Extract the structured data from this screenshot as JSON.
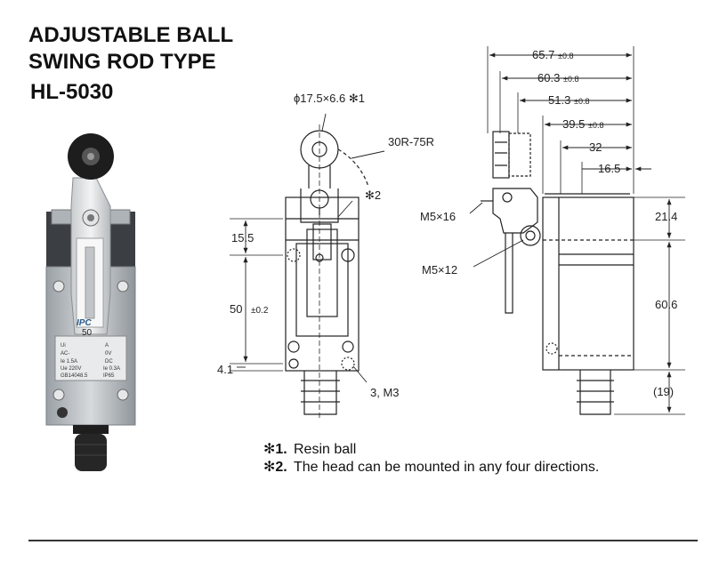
{
  "title_line1": "ADJUSTABLE BALL",
  "title_line2": "SWING ROD TYPE",
  "model": "HL-5030",
  "product_label": {
    "brand": "IPC",
    "model_text": "50",
    "spec_lines": [
      "Ui",
      "AC-",
      "Ie 1.5A",
      "Ue 220V",
      "GB14048.5"
    ],
    "spec_right": [
      "A",
      "0V",
      "DC",
      "Ie 0.3A",
      "IP65"
    ]
  },
  "front_view": {
    "head_label": "ϕ17.5×6.6 ✻1",
    "arm_label": "30R-75R",
    "star2": "✻2",
    "dim_top": "15.5",
    "dim_height_value": "50",
    "dim_height_tol": "±0.2",
    "dim_bottom": "4.1",
    "screw_label": "3, M3"
  },
  "side_view": {
    "dims": [
      {
        "value": "65.7",
        "tol": "±0.8"
      },
      {
        "value": "60.3",
        "tol": "±0.8"
      },
      {
        "value": "51.3",
        "tol": "±0.8"
      },
      {
        "value": "39.5",
        "tol": "±0.8"
      },
      {
        "value": "32",
        "tol": ""
      },
      {
        "value": "16.5",
        "tol": ""
      }
    ],
    "m5x16": "M5×16",
    "m5x12": "M5×12",
    "right_dims": [
      "21.4",
      "60.6",
      "(19)"
    ]
  },
  "notes": [
    {
      "mark": "✻1.",
      "text": "Resin ball"
    },
    {
      "mark": "✻2.",
      "text": "The head can be mounted in any four directions."
    }
  ]
}
